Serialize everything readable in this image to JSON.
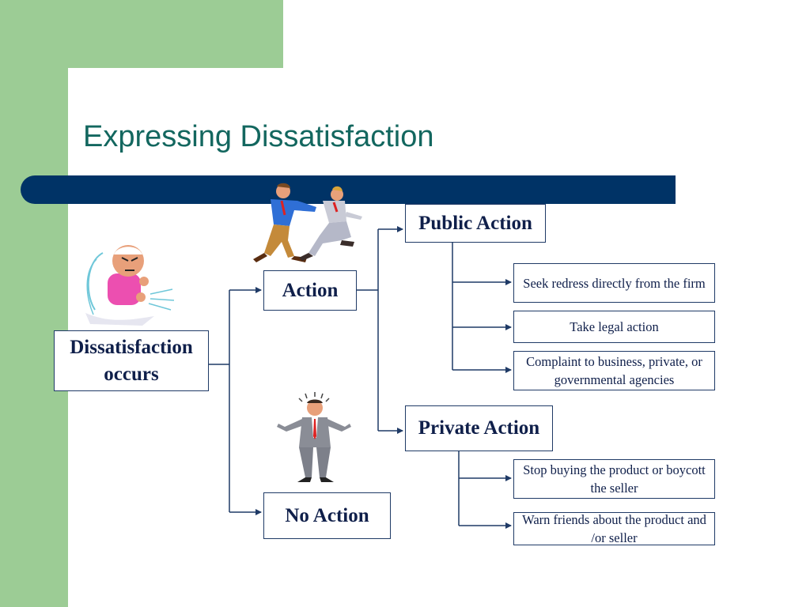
{
  "slide": {
    "title": "Expressing Dissatisfaction"
  },
  "diagram": {
    "root": "Dissatisfaction occurs",
    "action": "Action",
    "no_action": "No Action",
    "public_action": "Public Action",
    "private_action": "Private Action",
    "public_items": [
      "Seek redress directly from the firm",
      "Take legal  action",
      "Complaint to business, private, or governmental agencies"
    ],
    "private_items": [
      "Stop buying the product or boycott the seller",
      "Warn friends about the product and /or seller"
    ]
  },
  "colors": {
    "accent_green": "#9ccc95",
    "title_teal": "#13675f",
    "bar_navy": "#003366",
    "box_border": "#1f3a66"
  },
  "icons": [
    "fighting-men-clipart",
    "angry-man-clipart",
    "shrugging-man-clipart"
  ]
}
